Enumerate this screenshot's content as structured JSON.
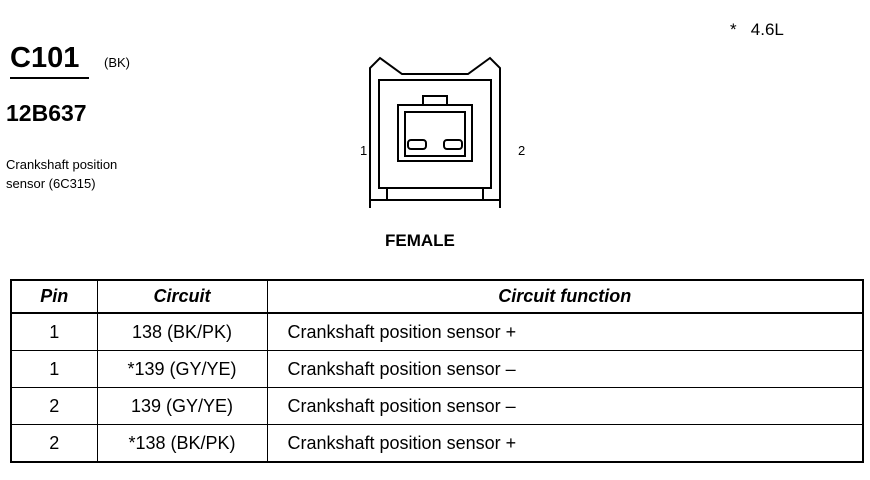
{
  "note": "*   4.6L",
  "connector": {
    "id": "C101",
    "color_code": "(BK)",
    "part_number": "12B637",
    "description_line1": "Crankshaft position",
    "description_line2": "sensor (6C315)",
    "pin_left": "1",
    "pin_right": "2",
    "gender": "FEMALE"
  },
  "table": {
    "headers": [
      "Pin",
      "Circuit",
      "Circuit function"
    ],
    "rows": [
      [
        "1",
        "138 (BK/PK)",
        "Crankshaft position sensor  +"
      ],
      [
        "1",
        "*139 (GY/YE)",
        "Crankshaft position sensor  –"
      ],
      [
        "2",
        "139 (GY/YE)",
        "Crankshaft position sensor  –"
      ],
      [
        "2",
        "*138 (BK/PK)",
        "Crankshaft position sensor  +"
      ]
    ]
  }
}
